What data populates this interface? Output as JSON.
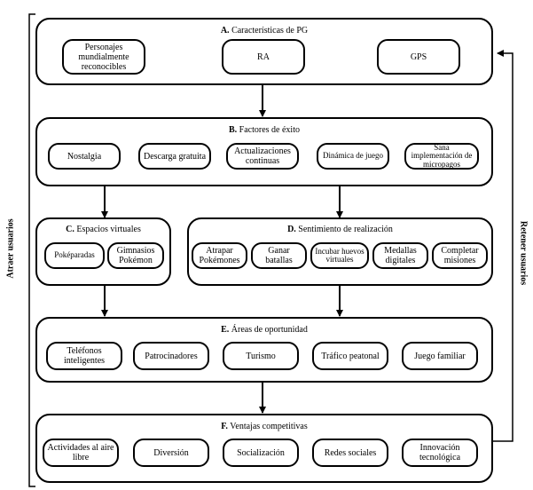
{
  "sections": {
    "a": {
      "letter": "A.",
      "title": "Características de PG",
      "items": [
        "Personajes mundialmente reconocibles",
        "RA",
        "GPS"
      ]
    },
    "b": {
      "letter": "B.",
      "title": "Factores de éxito",
      "items": [
        "Nostalgia",
        "Descarga gratuita",
        "Actualizaciones continuas",
        "Dinámica de juego",
        "Sana implementación de micropagos"
      ]
    },
    "c": {
      "letter": "C.",
      "title": "Espacios virtuales",
      "items": [
        "Poképaradas",
        "Gimnasios Pokémon"
      ]
    },
    "d": {
      "letter": "D.",
      "title": "Sentimiento de realización",
      "items": [
        "Atrapar Pokémones",
        "Ganar batallas",
        "Incubar huevos virtuales",
        "Medallas digitales",
        "Completar misiones"
      ]
    },
    "e": {
      "letter": "E.",
      "title": "Áreas de oportunidad",
      "items": [
        "Teléfonos inteligentes",
        "Patrocinadores",
        "Turismo",
        "Tráfico peatonal",
        "Juego familiar"
      ]
    },
    "f": {
      "letter": "F.",
      "title": "Ventajas competitivas",
      "items": [
        "Actividades al aire libre",
        "Diversión",
        "Socialización",
        "Redes sociales",
        "Innovación tecnológica"
      ]
    }
  },
  "side_labels": {
    "left": "Atraer usuarios",
    "right": "Retener usuarios"
  }
}
